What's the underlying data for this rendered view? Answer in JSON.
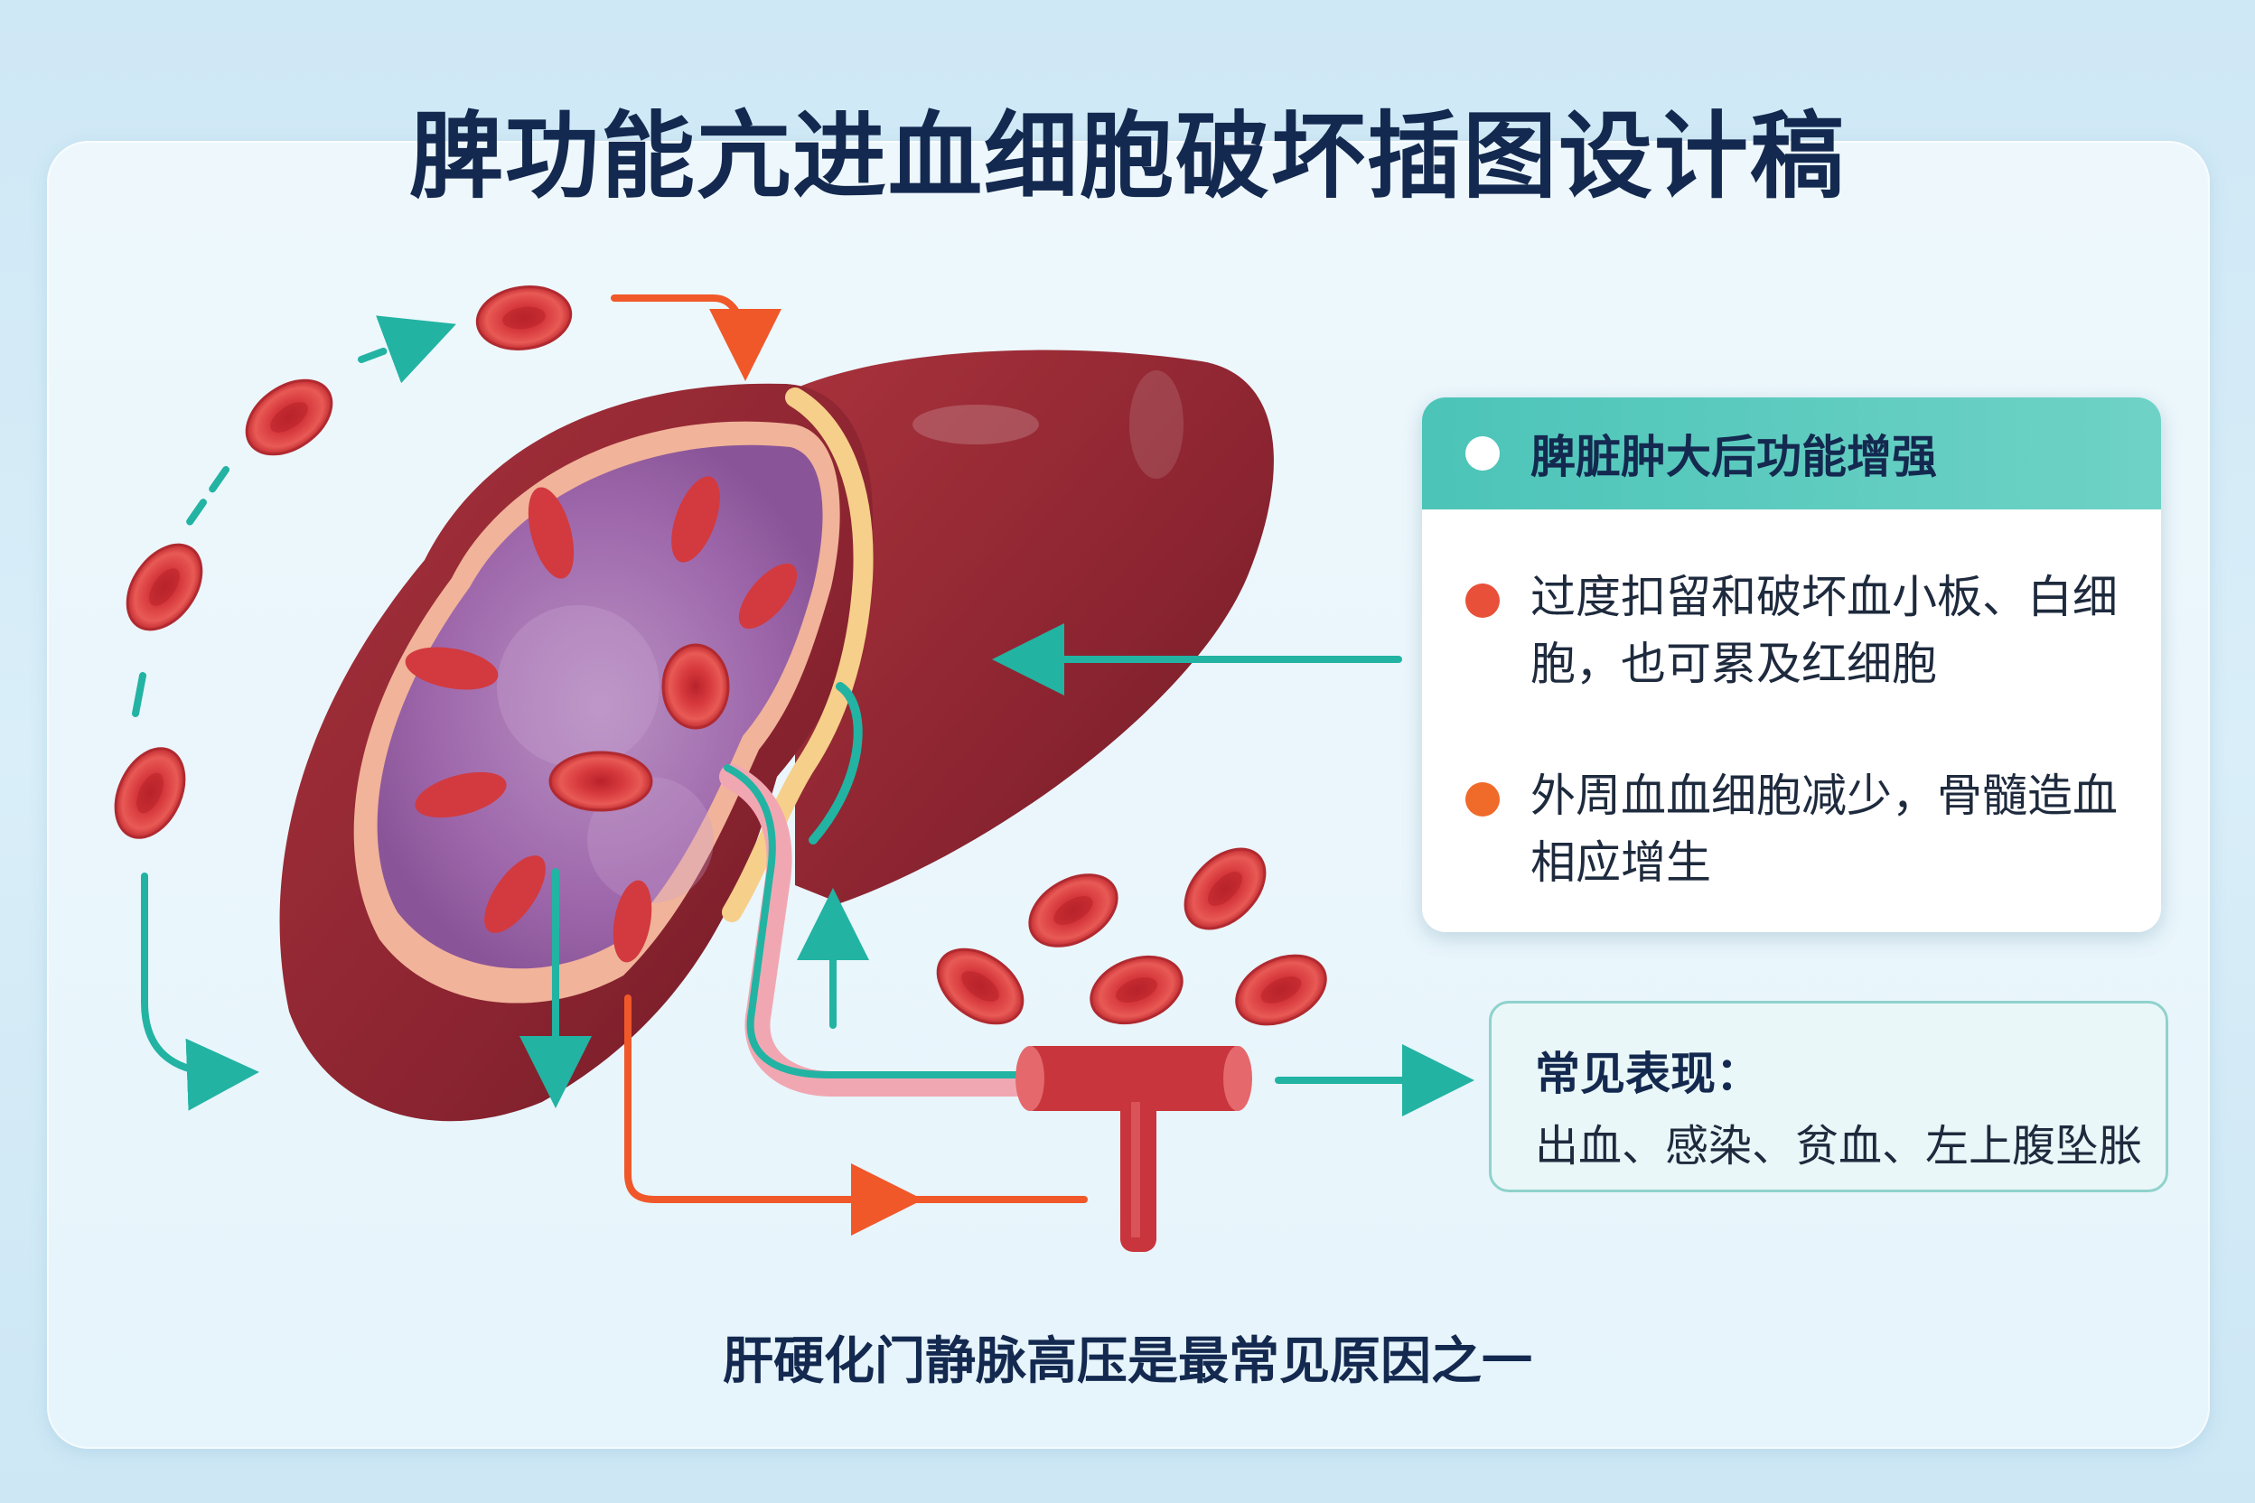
{
  "title": "脾功能亢进血细胞破坏插图设计稿",
  "info_card": {
    "header": "脾脏肿大后功能增强",
    "items": [
      {
        "text": "过度扣留和破坏血小板、白细胞，也可累及红细胞",
        "bullet_color": "#e8503a"
      },
      {
        "text": "外周血血细胞减少，骨髓造血相应增生",
        "bullet_color": "#f06a2a"
      }
    ],
    "header_color": "#4cc4b8"
  },
  "symptom_card": {
    "title": "常见表现：",
    "body": "出血、感染、贫血、左上腹坠胀"
  },
  "caption": "肝硬化门静脉高压是最常见原因之一",
  "colors": {
    "organ": "#8c2430",
    "pulp": "#9c62a8",
    "red_cell": "#d8393d",
    "teal_arrow": "#22b3a3",
    "orange_arrow": "#f0582a",
    "vessel": "#c8353c"
  },
  "icons": [
    "red-blood-cell",
    "spleen-cross-section",
    "liver",
    "portal-vein",
    "flow-arrow"
  ]
}
